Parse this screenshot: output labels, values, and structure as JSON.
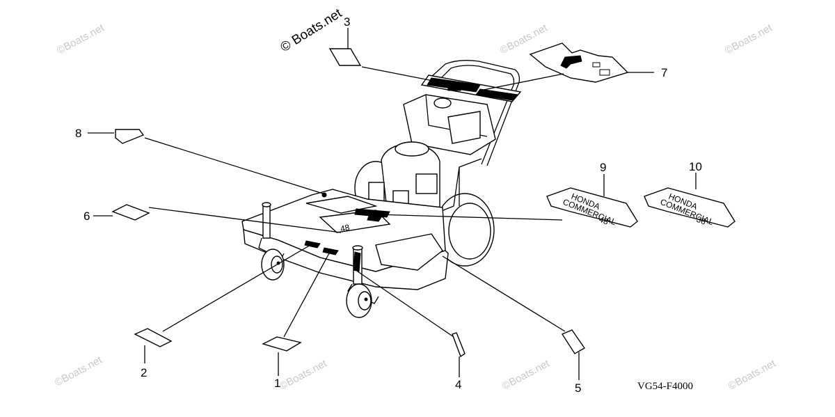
{
  "diagram": {
    "code": "VG54-F4000",
    "main_watermark": "© Boats.net",
    "watermark": "©Boats.net",
    "callouts": [
      {
        "key": "c1",
        "number": "1"
      },
      {
        "key": "c2",
        "number": "2"
      },
      {
        "key": "c3",
        "number": "3"
      },
      {
        "key": "c4",
        "number": "4"
      },
      {
        "key": "c5",
        "number": "5"
      },
      {
        "key": "c6",
        "number": "6"
      },
      {
        "key": "c7",
        "number": "7"
      },
      {
        "key": "c8",
        "number": "8"
      },
      {
        "key": "c9",
        "number": "9"
      },
      {
        "key": "c10",
        "number": "10"
      }
    ],
    "emblem_9": {
      "brand": "HONDA",
      "line": "COMMERCIAL",
      "size": "48"
    },
    "emblem_10": {
      "brand": "HONDA",
      "line": "COMMERCIAL",
      "size": "36"
    }
  }
}
